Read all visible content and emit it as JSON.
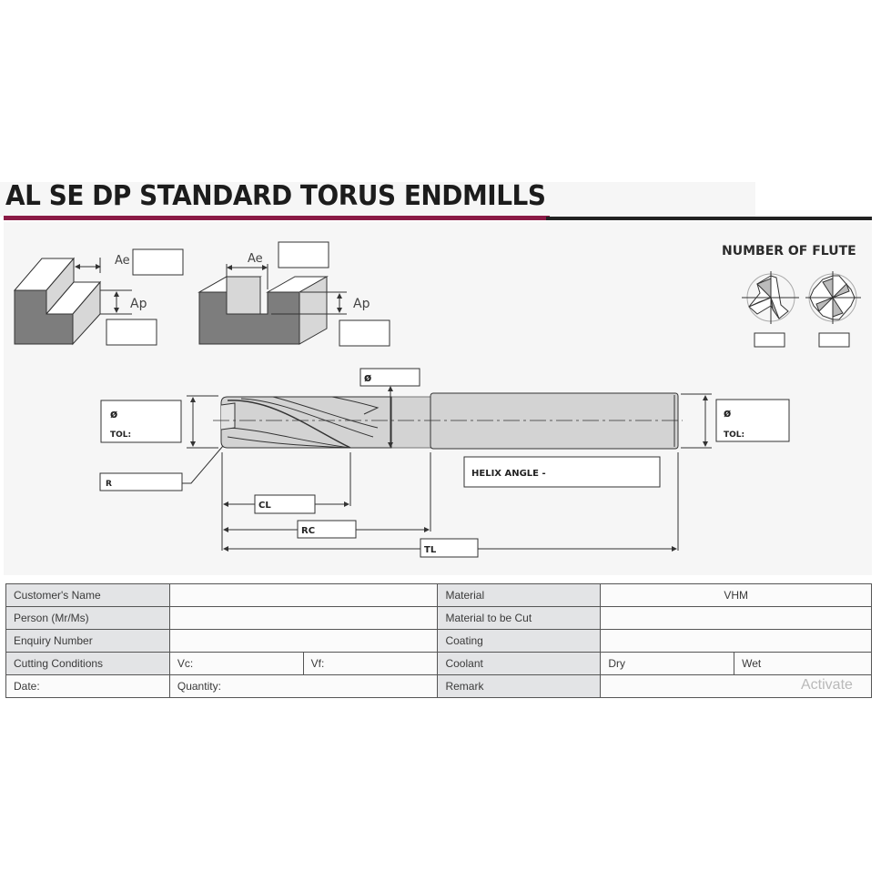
{
  "header": {
    "title": "AL SE DP STANDARD TORUS ENDMILLS",
    "accent_color": "#8a1a45"
  },
  "diagram": {
    "side_milling": {
      "ae_label": "Ae",
      "ap_label": "Ap",
      "ae_value": "",
      "ap_value": ""
    },
    "slot_milling": {
      "ae_label": "Ae",
      "ap_label": "Ap",
      "ae_value": "",
      "ap_value": ""
    },
    "flutes": {
      "title": "NUMBER OF FLUTE",
      "options": [
        {
          "name": "3-flute",
          "value": ""
        },
        {
          "name": "4-flute",
          "value": ""
        }
      ]
    },
    "cutting_diameter": {
      "symbol": "ø",
      "tol_label": "TOL:",
      "value": ""
    },
    "neck_diameter": {
      "symbol": "ø",
      "value": ""
    },
    "shank_diameter": {
      "symbol": "ø",
      "tol_label": "TOL:",
      "value": ""
    },
    "corner_radius": {
      "label": "R",
      "value": ""
    },
    "helix_angle": {
      "label": "HELIX ANGLE -",
      "value": ""
    },
    "cutting_length": {
      "label": "CL",
      "value": ""
    },
    "reach": {
      "label": "RC",
      "value": ""
    },
    "total_length": {
      "label": "TL",
      "value": ""
    }
  },
  "form": {
    "rows": [
      {
        "left_label": "Customer's Name",
        "left_value": "",
        "right_label": "Material",
        "right_value": "VHM"
      },
      {
        "left_label": "Person (Mr/Ms)",
        "left_value": "",
        "right_label": "Material to be Cut",
        "right_value": ""
      },
      {
        "left_label": "Enquiry Number",
        "left_value": "",
        "right_label": "Coating",
        "right_value": ""
      }
    ],
    "cutting_conditions": {
      "label": "Cutting Conditions",
      "vc": "Vc:",
      "vf": "Vf:"
    },
    "coolant": {
      "label": "Coolant",
      "dry": "Dry",
      "wet": "Wet"
    },
    "date": {
      "label": "Date:",
      "quantity": "Quantity:"
    },
    "remark": {
      "label": "Remark",
      "value": ""
    }
  },
  "watermark": "Activate"
}
